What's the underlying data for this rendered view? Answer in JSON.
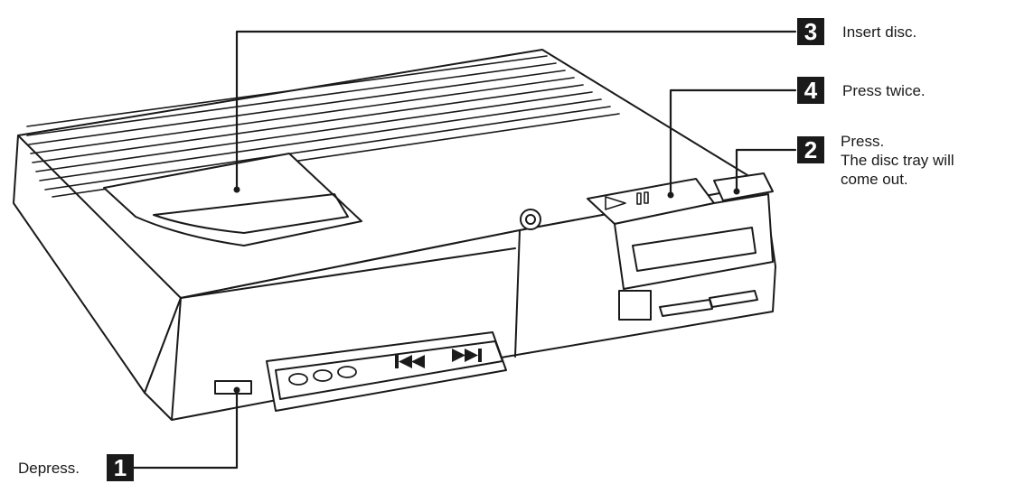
{
  "callouts": [
    {
      "id": "step-1",
      "number": "1",
      "lines": [
        "Depress."
      ]
    },
    {
      "id": "step-2",
      "number": "2",
      "lines": [
        "Press.",
        "The disc tray will",
        "come out."
      ]
    },
    {
      "id": "step-3",
      "number": "3",
      "lines": [
        "Insert disc."
      ]
    },
    {
      "id": "step-4",
      "number": "4",
      "lines": [
        "Press twice."
      ]
    }
  ],
  "colors": {
    "ink": "#1a1a1a",
    "paper": "#ffffff"
  },
  "icons": [
    "play-icon",
    "pause-icon",
    "skip-back-icon",
    "skip-forward-icon",
    "disc-spindle-icon"
  ]
}
